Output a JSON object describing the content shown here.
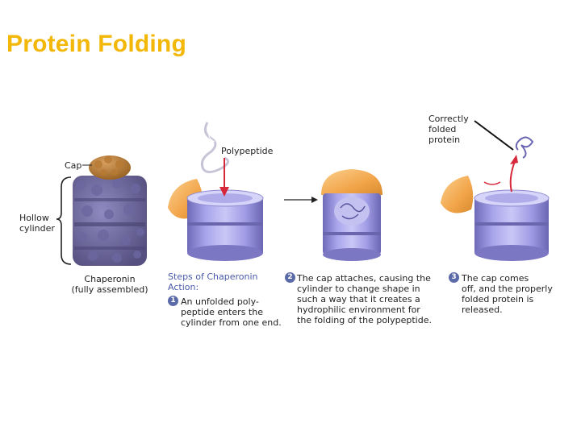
{
  "title": "Protein Folding",
  "labels": {
    "polypeptide": "Polypeptide",
    "correctly_folded": [
      "Correctly",
      "folded",
      "protein"
    ],
    "cap": "Cap",
    "hollow_cylinder": [
      "Hollow",
      "cylinder"
    ],
    "chaperonin": [
      "Chaperonin",
      "(fully assembled)"
    ]
  },
  "steps_heading": [
    "Steps of Chaperonin",
    "Action:"
  ],
  "steps": [
    {
      "number": "1",
      "lines": [
        "An unfolded poly-",
        "peptide enters the",
        "cylinder from one end."
      ]
    },
    {
      "number": "2",
      "lines": [
        "The cap attaches, causing the",
        "cylinder to change shape in",
        "such a way that it creates a",
        "hydrophilic environment for",
        "the folding of the polypeptide."
      ]
    },
    {
      "number": "3",
      "lines": [
        "The cap comes",
        "off, and the properly",
        "folded protein is",
        "released."
      ]
    }
  ],
  "colors": {
    "title": "#f2b707",
    "cap": "#f0a64a",
    "cylinder": "#8a86d6",
    "step_heading": "#4a5aa8",
    "arrow_in": "#d6283a"
  }
}
